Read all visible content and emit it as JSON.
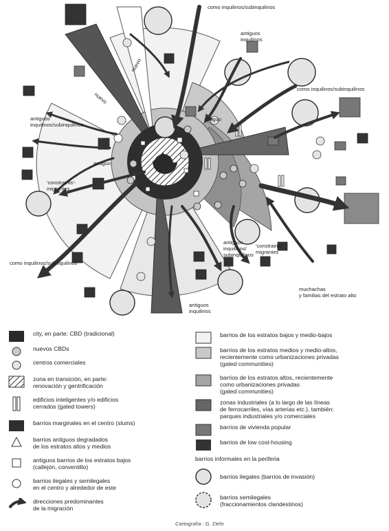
{
  "map": {
    "labels": {
      "top_right": "como inquilinos/subinquilinos",
      "antiguos_top": "antiguos\ninquilinos",
      "right_mid": "como inquilinos/subinquilinos",
      "left_upper": "antiguos\ninquilinos/subinquilinos",
      "antiguo_left": "antiguo",
      "antiguo_top": "antiguo",
      "nuevo_1": "nuevo",
      "nuevo_2": "nuevo",
      "constraints_left": "'constraints'-\nmigrantes",
      "constraints_right": "'constraints'-\nmigrantes",
      "antiguos_center": "antiguos\ninquilinos/\nsubinquilinos",
      "bottom_left": "como inquilinos/subinquilinos",
      "bottom_right": "muchachas\ny familias del estrato alto",
      "bottom_center": "antiguos\ninquilinos"
    }
  },
  "legend": {
    "left": [
      {
        "name": "cbd",
        "text": "city, en parte: CBD (tradicional)"
      },
      {
        "name": "new-cbd",
        "text": "nuevos CBDs"
      },
      {
        "name": "shopping",
        "text": "centros comerciales"
      },
      {
        "name": "transition",
        "text": "zona en transición, en parte:\nrenovación y gentrificación"
      },
      {
        "name": "towers",
        "text": "edificios inteligentes y/o edificios\ncerrados (gated towers)"
      },
      {
        "name": "slums",
        "text": "barrios marginales en el centro (slums)"
      },
      {
        "name": "old-high",
        "text": "barrios antiguos degradados\nde los estratos altos y medios"
      },
      {
        "name": "old-low",
        "text": "antiguos barrios de los estratos bajos\n(callejón, conventillo)"
      },
      {
        "name": "illegal-center",
        "text": "barrios ilegales y semilegales\nen el centro y alrededor de este"
      },
      {
        "name": "migration",
        "text": "direcciones predominantes\nde la migración"
      }
    ],
    "right": [
      {
        "name": "low-mid",
        "text": "barrios de los estratos bajos y medio-bajos"
      },
      {
        "name": "mid-high",
        "text": "barrios de los estratos medios y medio-altos,\nrecientemente como urbanizaciones privadas\n(gated communities)"
      },
      {
        "name": "high",
        "text": "barrios de los estratos altos, recientemente\ncomo urbanizaciones privadas\n(gated communities)"
      },
      {
        "name": "industrial",
        "text": "zonas industriales (a lo largo de las líneas\nde ferrocarriles, vías arterias etc.), también:\nparques industriales y/o comerciales"
      },
      {
        "name": "popular",
        "text": "barrios de vivienda popular"
      },
      {
        "name": "low-cost",
        "text": "barrios de low cost-housing"
      }
    ],
    "periphery_title": "barrios informales en la periferia",
    "periphery": [
      {
        "name": "invasion",
        "text": "barrios ilegales (barrios de invasión)"
      },
      {
        "name": "semilegal",
        "text": "barrios semilegales\n(fraccionamientos clandestinos)"
      }
    ]
  },
  "credit": "Cartografía : G. Ziehr"
}
